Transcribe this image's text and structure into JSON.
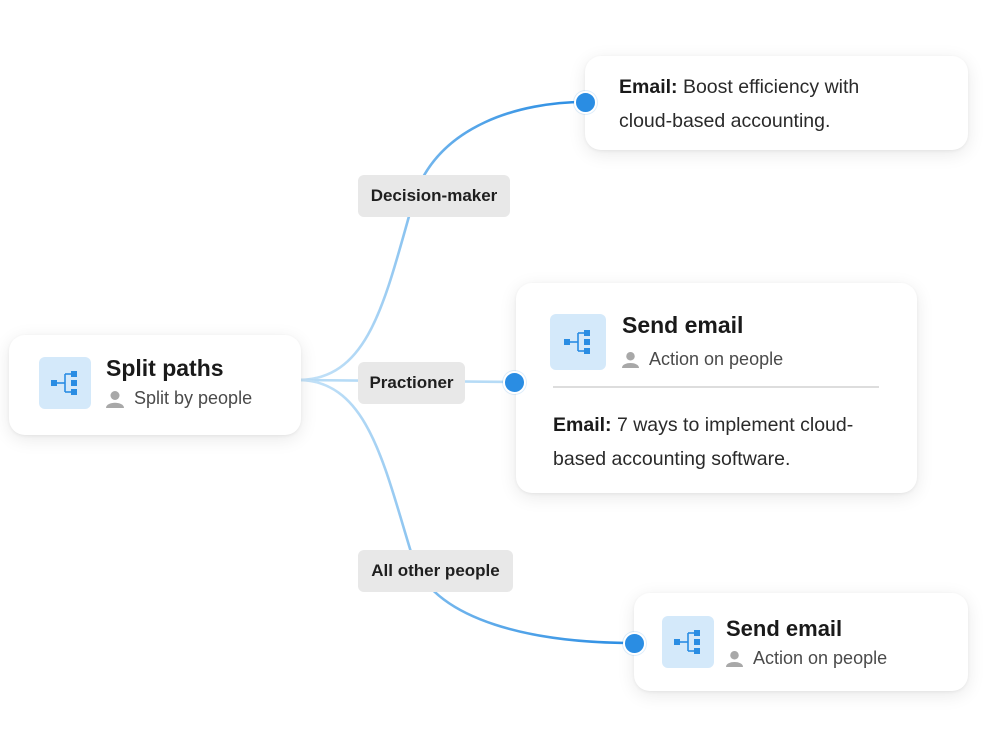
{
  "split_node": {
    "title": "Split paths",
    "subtitle": "Split by people",
    "icon": "split-paths-icon",
    "subtitle_icon": "person-icon"
  },
  "branches": [
    {
      "label": "Decision-maker"
    },
    {
      "label": "Practioner"
    },
    {
      "label": "All other people"
    }
  ],
  "email_card_top": {
    "email_label": "Email:",
    "line1_rest": "Boost efficiency with",
    "line2": "cloud-based accounting."
  },
  "send_email_card_middle": {
    "title": "Send email",
    "subtitle": "Action on people",
    "icon": "split-paths-icon",
    "subtitle_icon": "person-icon",
    "email_label": "Email:",
    "line1_rest": "7 ways to implement cloud-",
    "line2": "based accounting software."
  },
  "send_email_card_bottom": {
    "title": "Send email",
    "subtitle": "Action on people",
    "icon": "split-paths-icon",
    "subtitle_icon": "person-icon"
  },
  "colors": {
    "connector_dark": "#2a8de3",
    "connector_light": "#b6dbf6",
    "dot": "#2a8de3",
    "icon_bg": "#d4e9fa",
    "icon_fg": "#2a8de3",
    "pill_bg": "#e8e8e8"
  }
}
